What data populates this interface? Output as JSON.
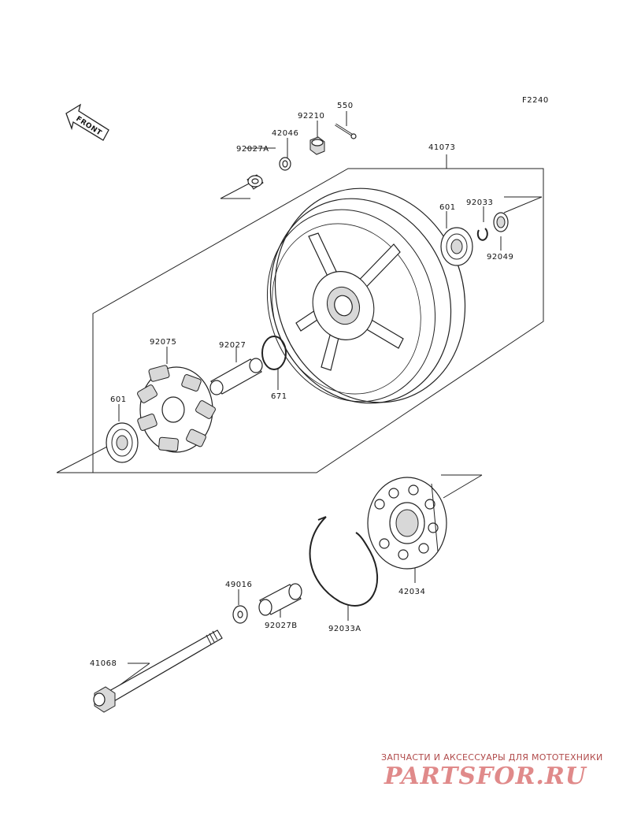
{
  "figure_code": "F2240",
  "front_arrow_label": "FRONT",
  "labels": {
    "p550": "550",
    "p92210": "92210",
    "p42046": "42046",
    "p92027A": "92027A",
    "p41073": "41073",
    "p601_right": "601",
    "p92033": "92033",
    "p92049": "92049",
    "p92075": "92075",
    "p92027": "92027",
    "p671": "671",
    "p601_left": "601",
    "p42034": "42034",
    "p49016": "49016",
    "p92027B": "92027B",
    "p92033A": "92033A",
    "p41068": "41068"
  },
  "watermark": {
    "caption": "ЗАПЧАСТИ И АКСЕССУАРЫ ДЛЯ МОТОТЕХНИКИ",
    "logo": "PARTSFOR.RU"
  }
}
